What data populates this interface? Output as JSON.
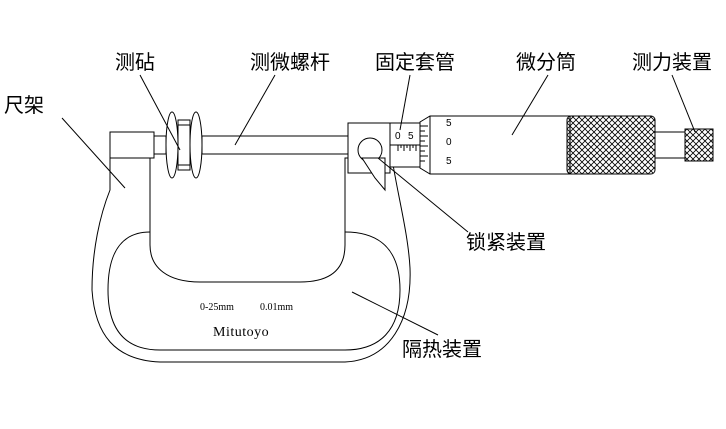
{
  "labels": {
    "frame": "尺架",
    "anvil": "测砧",
    "spindle": "测微螺杆",
    "sleeve": "固定套管",
    "thimble": "微分筒",
    "ratchet": "测力装置",
    "lock": "锁紧装置",
    "insulation": "隔热装置"
  },
  "frame_markings": {
    "range": "0-25mm",
    "resolution": "0.01mm",
    "brand": "Mitutoyo"
  },
  "scale_marks": {
    "sleeve_zero": "0",
    "sleeve_five": "5",
    "thimble": [
      "5",
      "0",
      "5"
    ]
  }
}
